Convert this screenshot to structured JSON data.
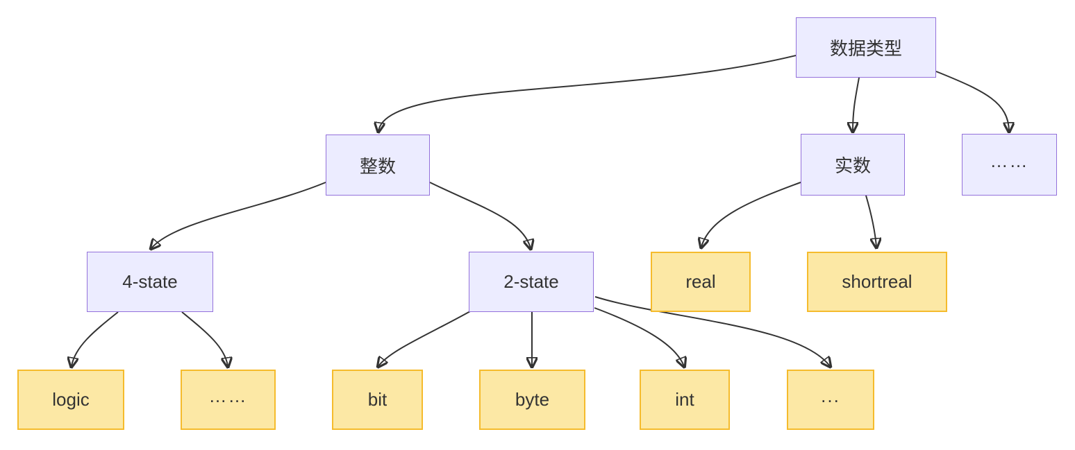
{
  "diagram": {
    "type": "flowchart",
    "direction": "top-down",
    "topic": "SystemVerilog data types tree",
    "nodes": {
      "root": {
        "label": "数据类型",
        "kind": "category"
      },
      "integer": {
        "label": "整数",
        "kind": "category"
      },
      "realnum": {
        "label": "实数",
        "kind": "category"
      },
      "more_top": {
        "label": "……",
        "kind": "category"
      },
      "four_state": {
        "label": "4-state",
        "kind": "category"
      },
      "two_state": {
        "label": "2-state",
        "kind": "category"
      },
      "real": {
        "label": "real",
        "kind": "type"
      },
      "shortreal": {
        "label": "shortreal",
        "kind": "type"
      },
      "logic": {
        "label": "logic",
        "kind": "type"
      },
      "more_4state": {
        "label": "……",
        "kind": "type"
      },
      "bit": {
        "label": "bit",
        "kind": "type"
      },
      "byte": {
        "label": "byte",
        "kind": "type"
      },
      "int": {
        "label": "int",
        "kind": "type"
      },
      "more_2state": {
        "label": "...",
        "kind": "type"
      }
    },
    "edges": [
      {
        "from": "数据类型",
        "to": "整数"
      },
      {
        "from": "数据类型",
        "to": "实数"
      },
      {
        "from": "数据类型",
        "to": "……"
      },
      {
        "from": "整数",
        "to": "4-state"
      },
      {
        "from": "整数",
        "to": "2-state"
      },
      {
        "from": "实数",
        "to": "real"
      },
      {
        "from": "实数",
        "to": "shortreal"
      },
      {
        "from": "4-state",
        "to": "logic"
      },
      {
        "from": "4-state",
        "to": "……"
      },
      {
        "from": "2-state",
        "to": "bit"
      },
      {
        "from": "2-state",
        "to": "byte"
      },
      {
        "from": "2-state",
        "to": "int"
      },
      {
        "from": "2-state",
        "to": "..."
      }
    ],
    "colors": {
      "category_fill": "#ECECFF",
      "category_border": "#9370DB",
      "type_fill": "#FCE8A5",
      "type_border": "#F5BB2C",
      "edge": "#333333",
      "text": "#333333",
      "background": "#FFFFFF"
    }
  }
}
